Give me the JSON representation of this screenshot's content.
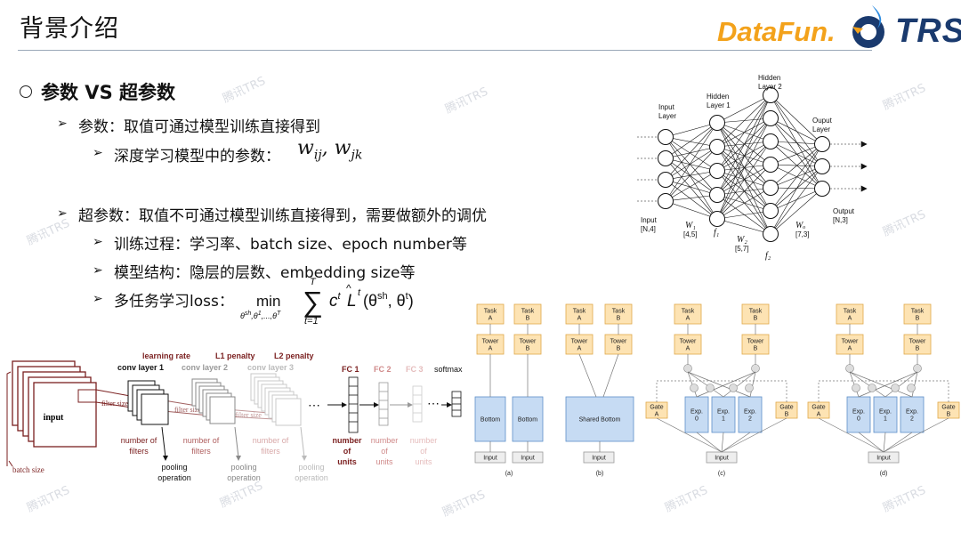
{
  "slide": {
    "title": "背景介绍",
    "logo": {
      "datafun": "DataFun.",
      "trs": "TRS"
    },
    "watermark": "腾讯TRS"
  },
  "content": {
    "heading": "参数 VS 超参数",
    "param_line": "参数：取值可通过模型训练直接得到",
    "param_sub": "深度学习模型中的参数：",
    "param_math": "w_ij, w_jk",
    "hyper_line": "超参数：取值不可通过模型训练直接得到，需要做额外的调优",
    "hyper_items": [
      "训练过程：学习率、batch size、epoch number等",
      "模型结构：隐层的层数、embedding size等",
      "多任务学习loss："
    ]
  },
  "nn_figure": {
    "labels": {
      "input_layer": [
        "Input",
        "Layer"
      ],
      "hidden1": [
        "Hidden",
        "Layer 1"
      ],
      "hidden2": [
        "Hidden",
        "Layer 2"
      ],
      "output_layer": [
        "Ouput",
        "Layer"
      ],
      "input_shape": [
        "Input",
        "[N,4]"
      ],
      "w1": "W₁",
      "w1_shape": "[4,5]",
      "f1": "f₁",
      "w2": "W₂",
      "w2_shape": "[5,7]",
      "f2": "f₂",
      "wo": "Wₒ",
      "wo_shape": "[7,3]",
      "output_shape": [
        "Output",
        "[N,3]"
      ]
    }
  },
  "cnn_figure": {
    "labels": {
      "learning_rate": "learning rate",
      "l1_penalty": "L1 penalty",
      "l2_penalty": "L2 penalty",
      "conv1": "conv layer 1",
      "conv2": "conv layer 2",
      "conv3": "conv layer 3",
      "fc1": "FC 1",
      "fc2": "FC 2",
      "fc3": "FC 3",
      "softmax": "softmax",
      "input": "input",
      "filter_size": "filter size",
      "number_of_filters": [
        "number of",
        "filters"
      ],
      "number_of_units": [
        "number",
        "of",
        "units"
      ],
      "pooling": [
        "pooling",
        "operation"
      ],
      "batch_size": "batch size",
      "dots": "⋯"
    }
  },
  "mtl_figure": {
    "labels": {
      "task_a": [
        "Task",
        "A"
      ],
      "task_b": [
        "Task",
        "B"
      ],
      "tower_a": [
        "Tower",
        "A"
      ],
      "tower_b": [
        "Tower",
        "B"
      ],
      "bottom": "Bottom",
      "shared_bottom": "Shared Bottom",
      "gate_a": [
        "Gate",
        "A"
      ],
      "gate_b": [
        "Gate",
        "B"
      ],
      "exp0": [
        "Exp.",
        "0"
      ],
      "exp1": [
        "Exp.",
        "1"
      ],
      "exp2": [
        "Exp.",
        "2"
      ],
      "input": "Input",
      "captions": [
        "(a)",
        "(b)",
        "(c)",
        "(d)"
      ]
    },
    "colors": {
      "task": "#fde3b3",
      "tower": "#fde3b3",
      "bottom": "#c6dbf3",
      "gate": "#fde3b3",
      "input": "#eeeeee"
    }
  }
}
